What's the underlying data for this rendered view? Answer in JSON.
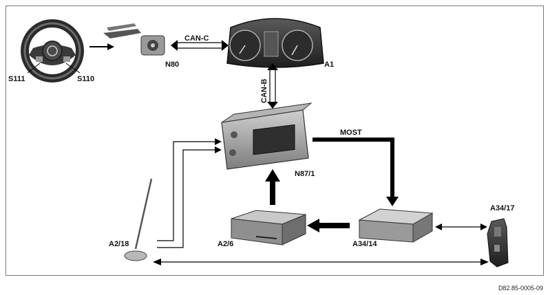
{
  "labels": {
    "s111": "S111",
    "s110": "S110",
    "n80": "N80",
    "a1": "A1",
    "can_c": "CAN-C",
    "can_b": "CAN-B",
    "most": "MOST",
    "n87_1": "N87/1",
    "a2_18": "A2/18",
    "a2_6": "A2/6",
    "a34_14": "A34/14",
    "a34_17": "A34/17"
  },
  "figure_ref": "D82.85-0005-09"
}
